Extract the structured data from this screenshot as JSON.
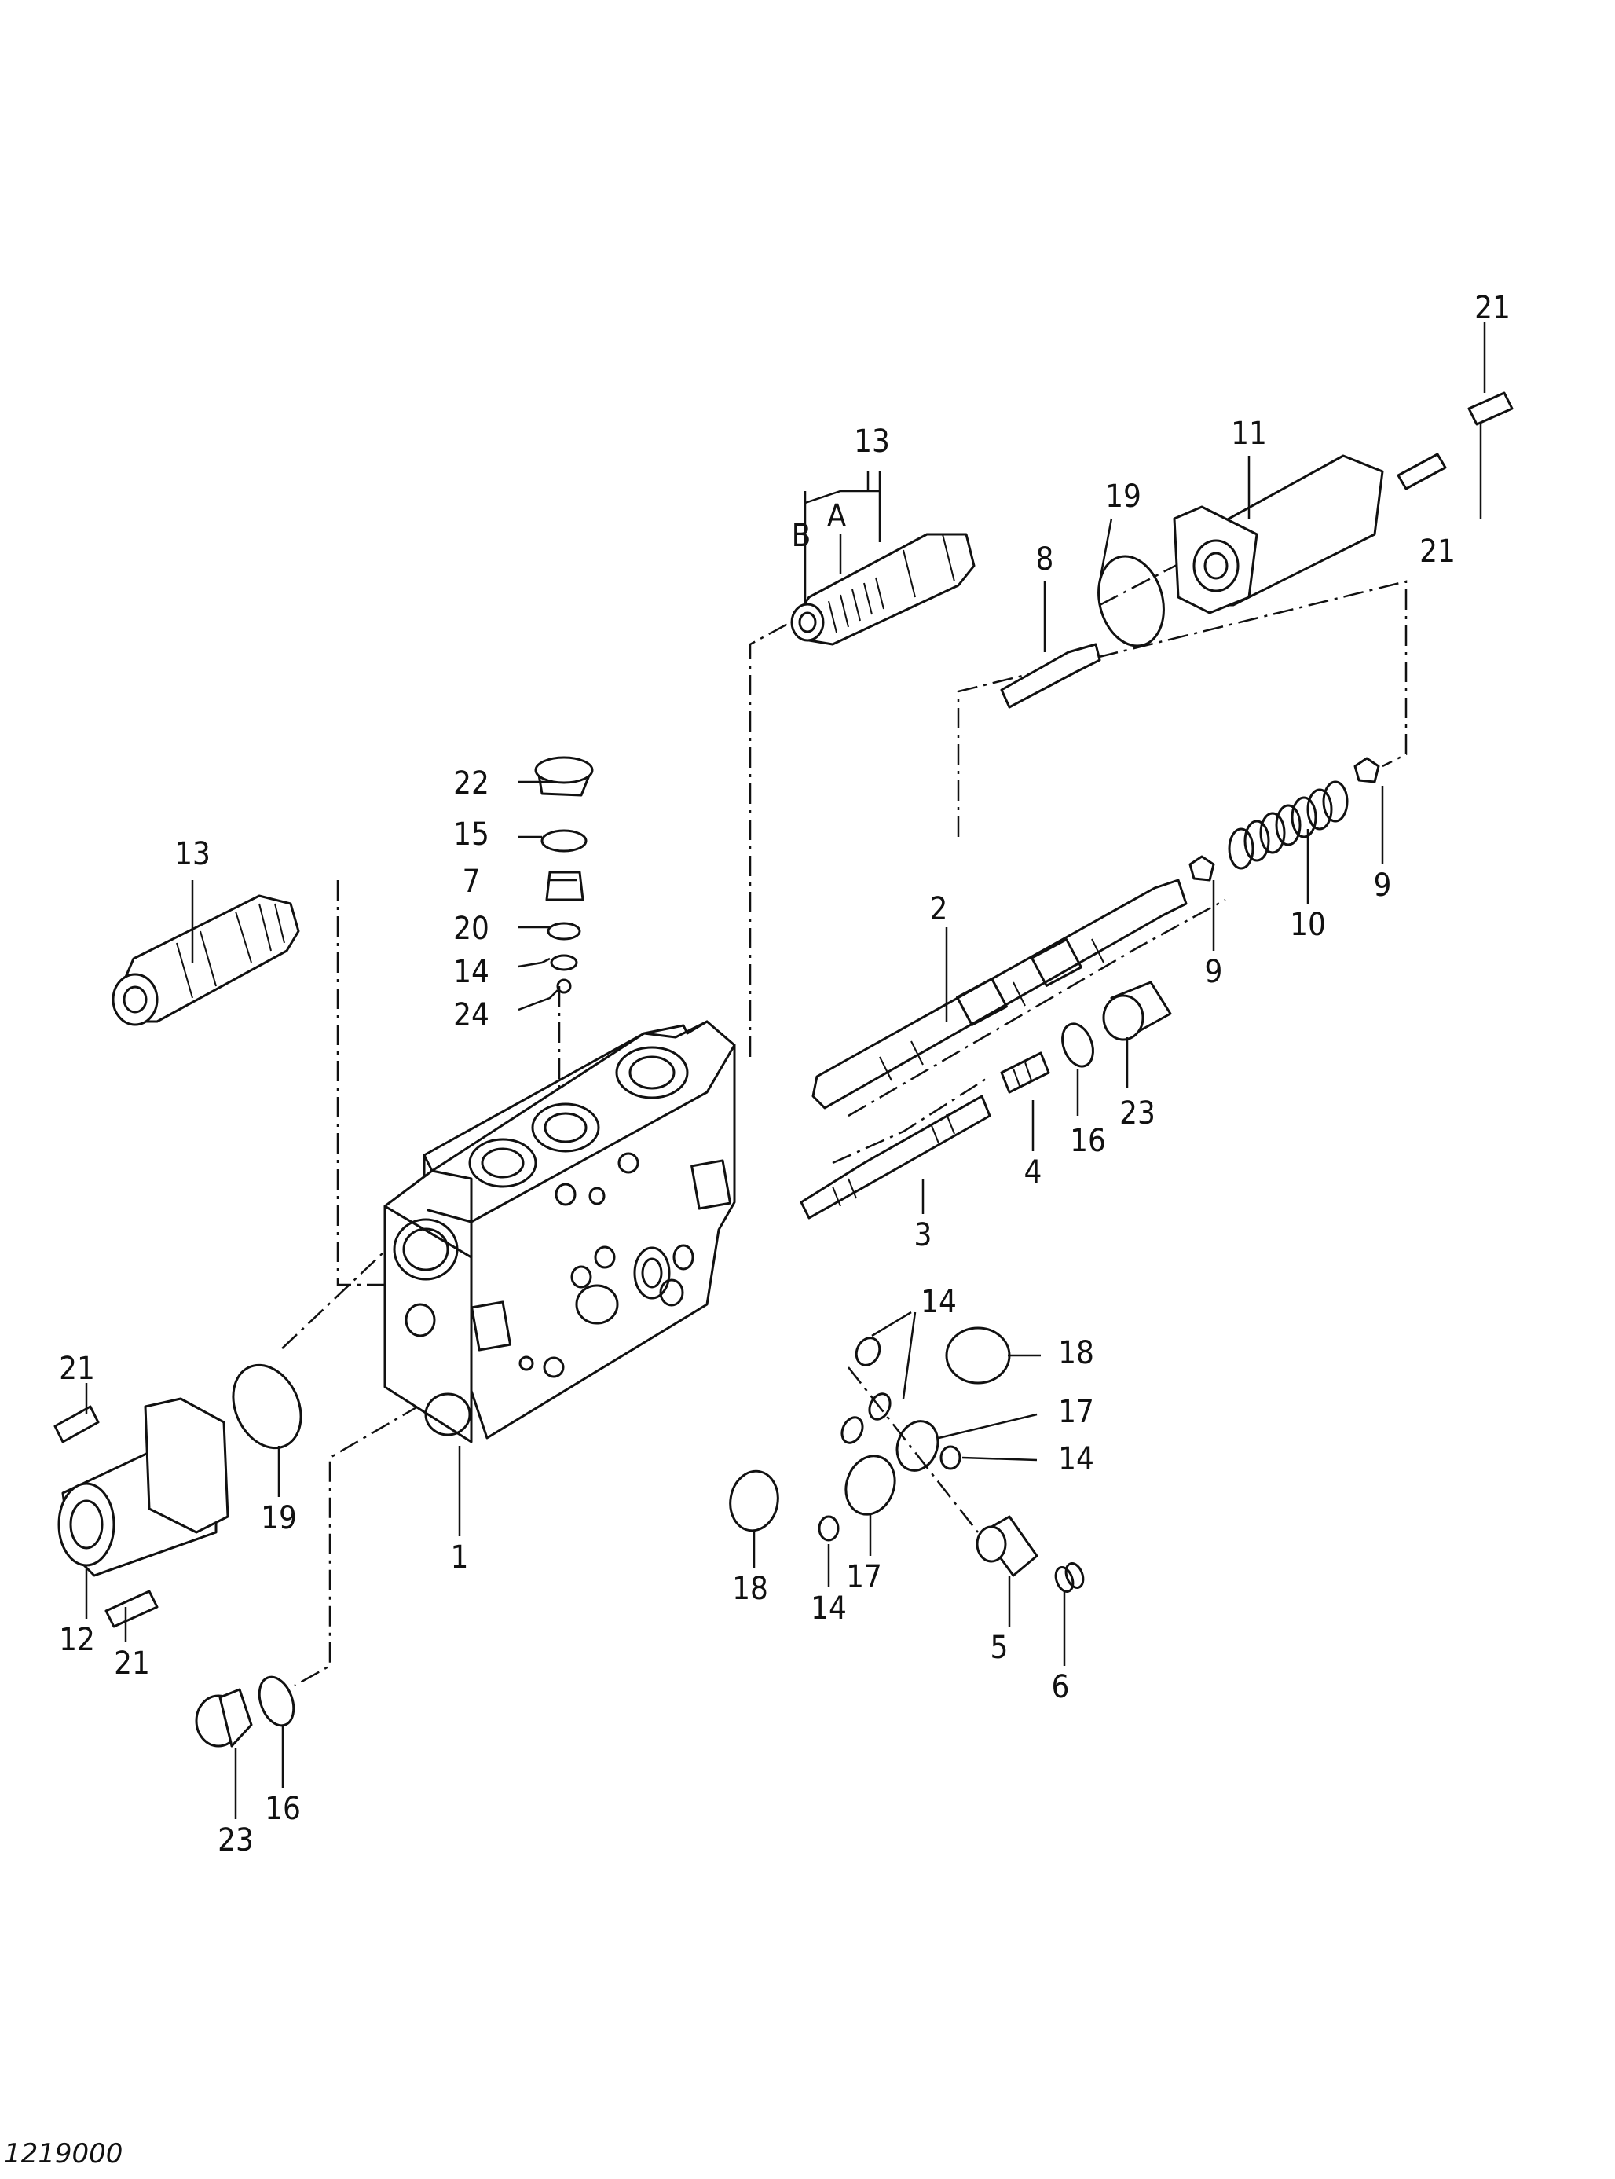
{
  "drawing_number": "1219000",
  "callouts": {
    "c1": "1",
    "c2": "2",
    "c3": "3",
    "c4": "4",
    "c5": "5",
    "c6": "6",
    "c7": "7",
    "c8": "8",
    "c9a": "9",
    "c9b": "9",
    "c10": "10",
    "c11": "11",
    "c12": "12",
    "c13a": "13",
    "c13b": "13",
    "c14a": "14",
    "c14b": "14",
    "c14c": "14",
    "c14d": "14",
    "c15": "15",
    "c16a": "16",
    "c16b": "16",
    "c17a": "17",
    "c17b": "17",
    "c18a": "18",
    "c18b": "18",
    "c19a": "19",
    "c19b": "19",
    "c20": "20",
    "c21a": "21",
    "c21b": "21",
    "c21c": "21",
    "c21d": "21",
    "c22": "22",
    "c23a": "23",
    "c23b": "23",
    "c24": "24",
    "letterA": "A",
    "letterB": "B"
  }
}
